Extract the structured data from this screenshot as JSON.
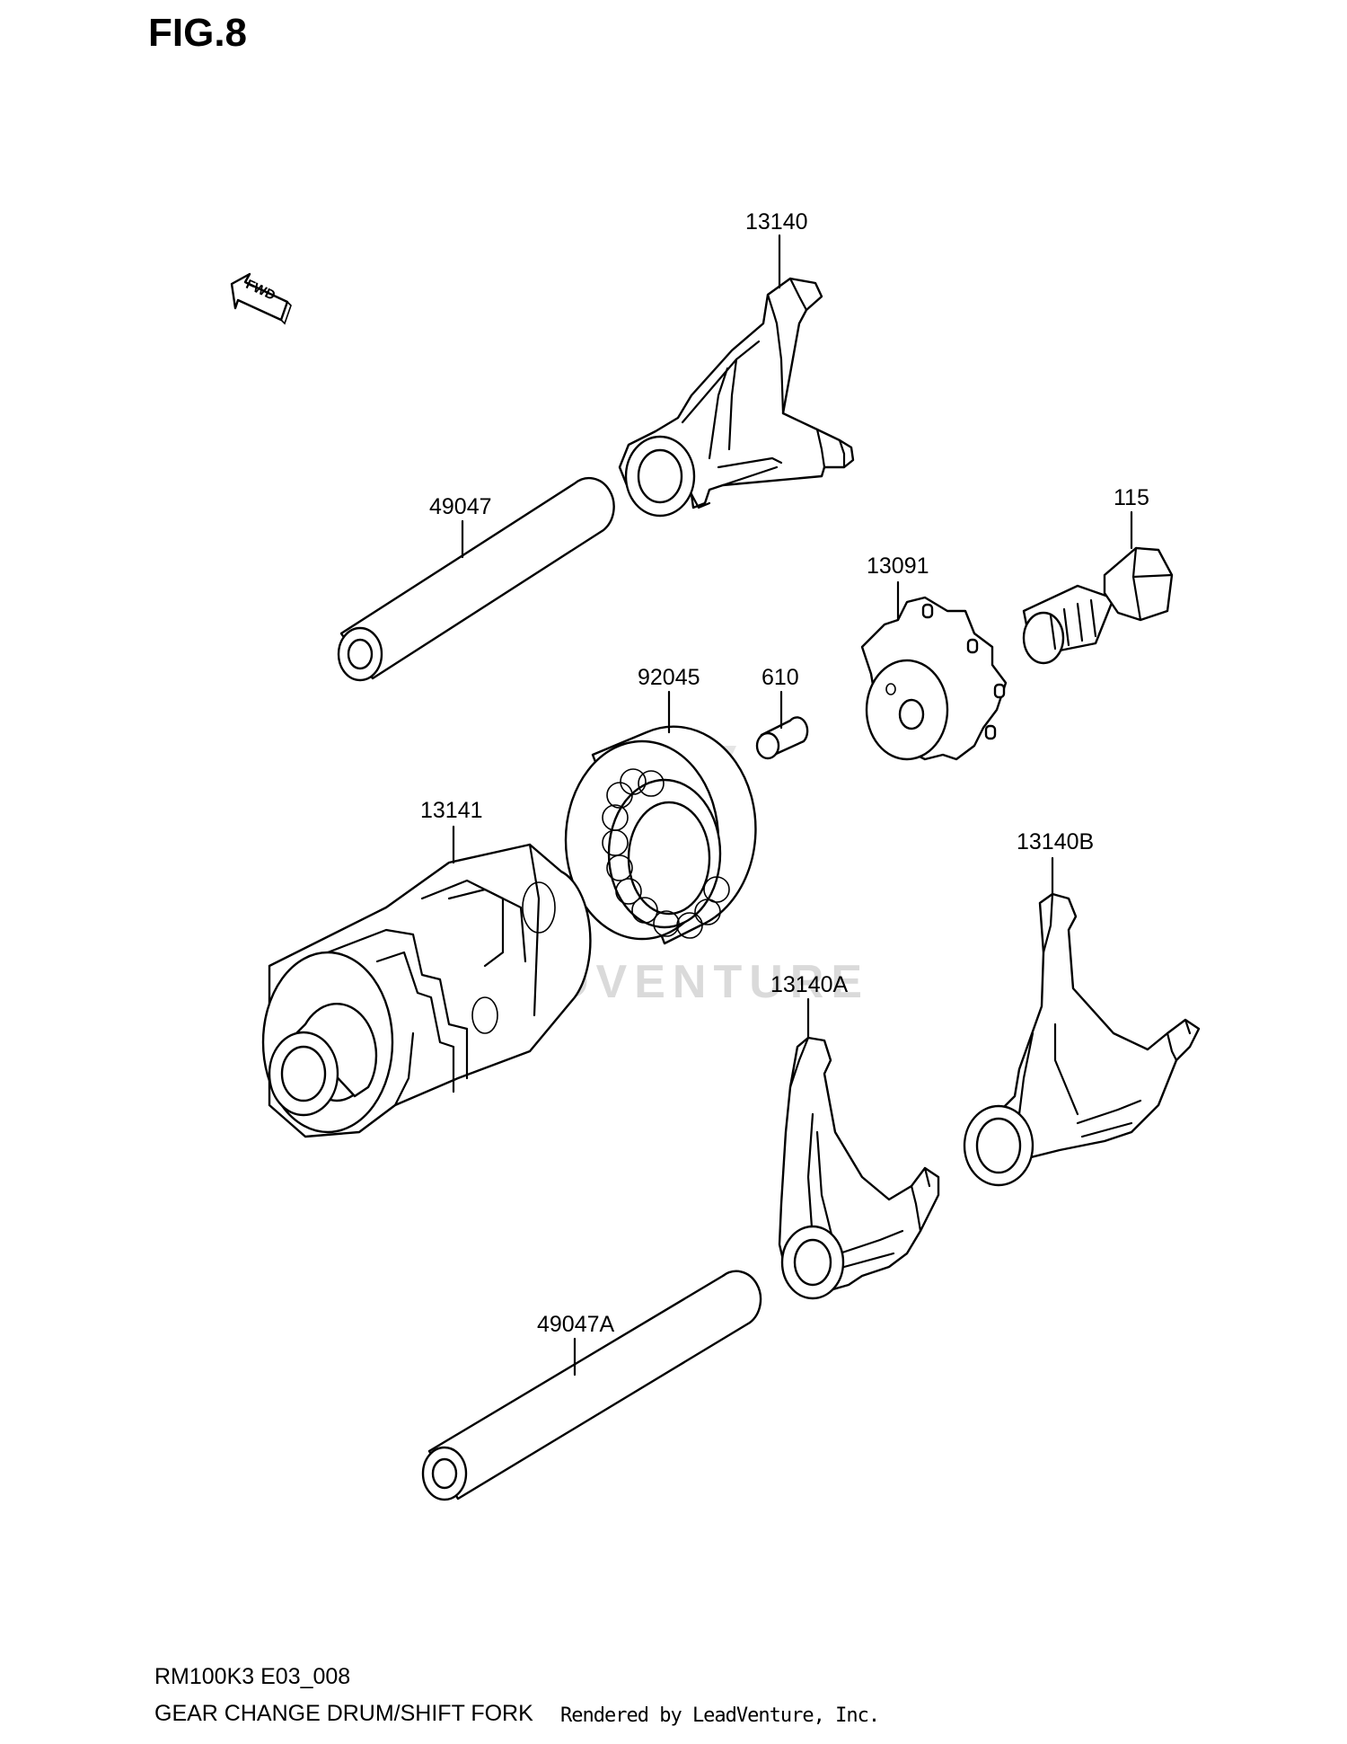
{
  "figure": {
    "title": "FIG.8",
    "fwd_label": "FWD"
  },
  "callouts": {
    "fork_13140": "13140",
    "shaft_49047": "49047",
    "bolt_115": "115",
    "stopper_13091": "13091",
    "bearing_92045": "92045",
    "pin_610": "610",
    "drum_13141": "13141",
    "fork_13140b": "13140B",
    "fork_13140a": "13140A",
    "shaft_49047a": "49047A"
  },
  "footer": {
    "model_code": "RM100K3 E03_008",
    "section_name": "GEAR CHANGE DRUM/SHIFT FORK",
    "rendered_by": "Rendered by LeadVenture, Inc."
  },
  "watermark": "LEADVENTURE"
}
